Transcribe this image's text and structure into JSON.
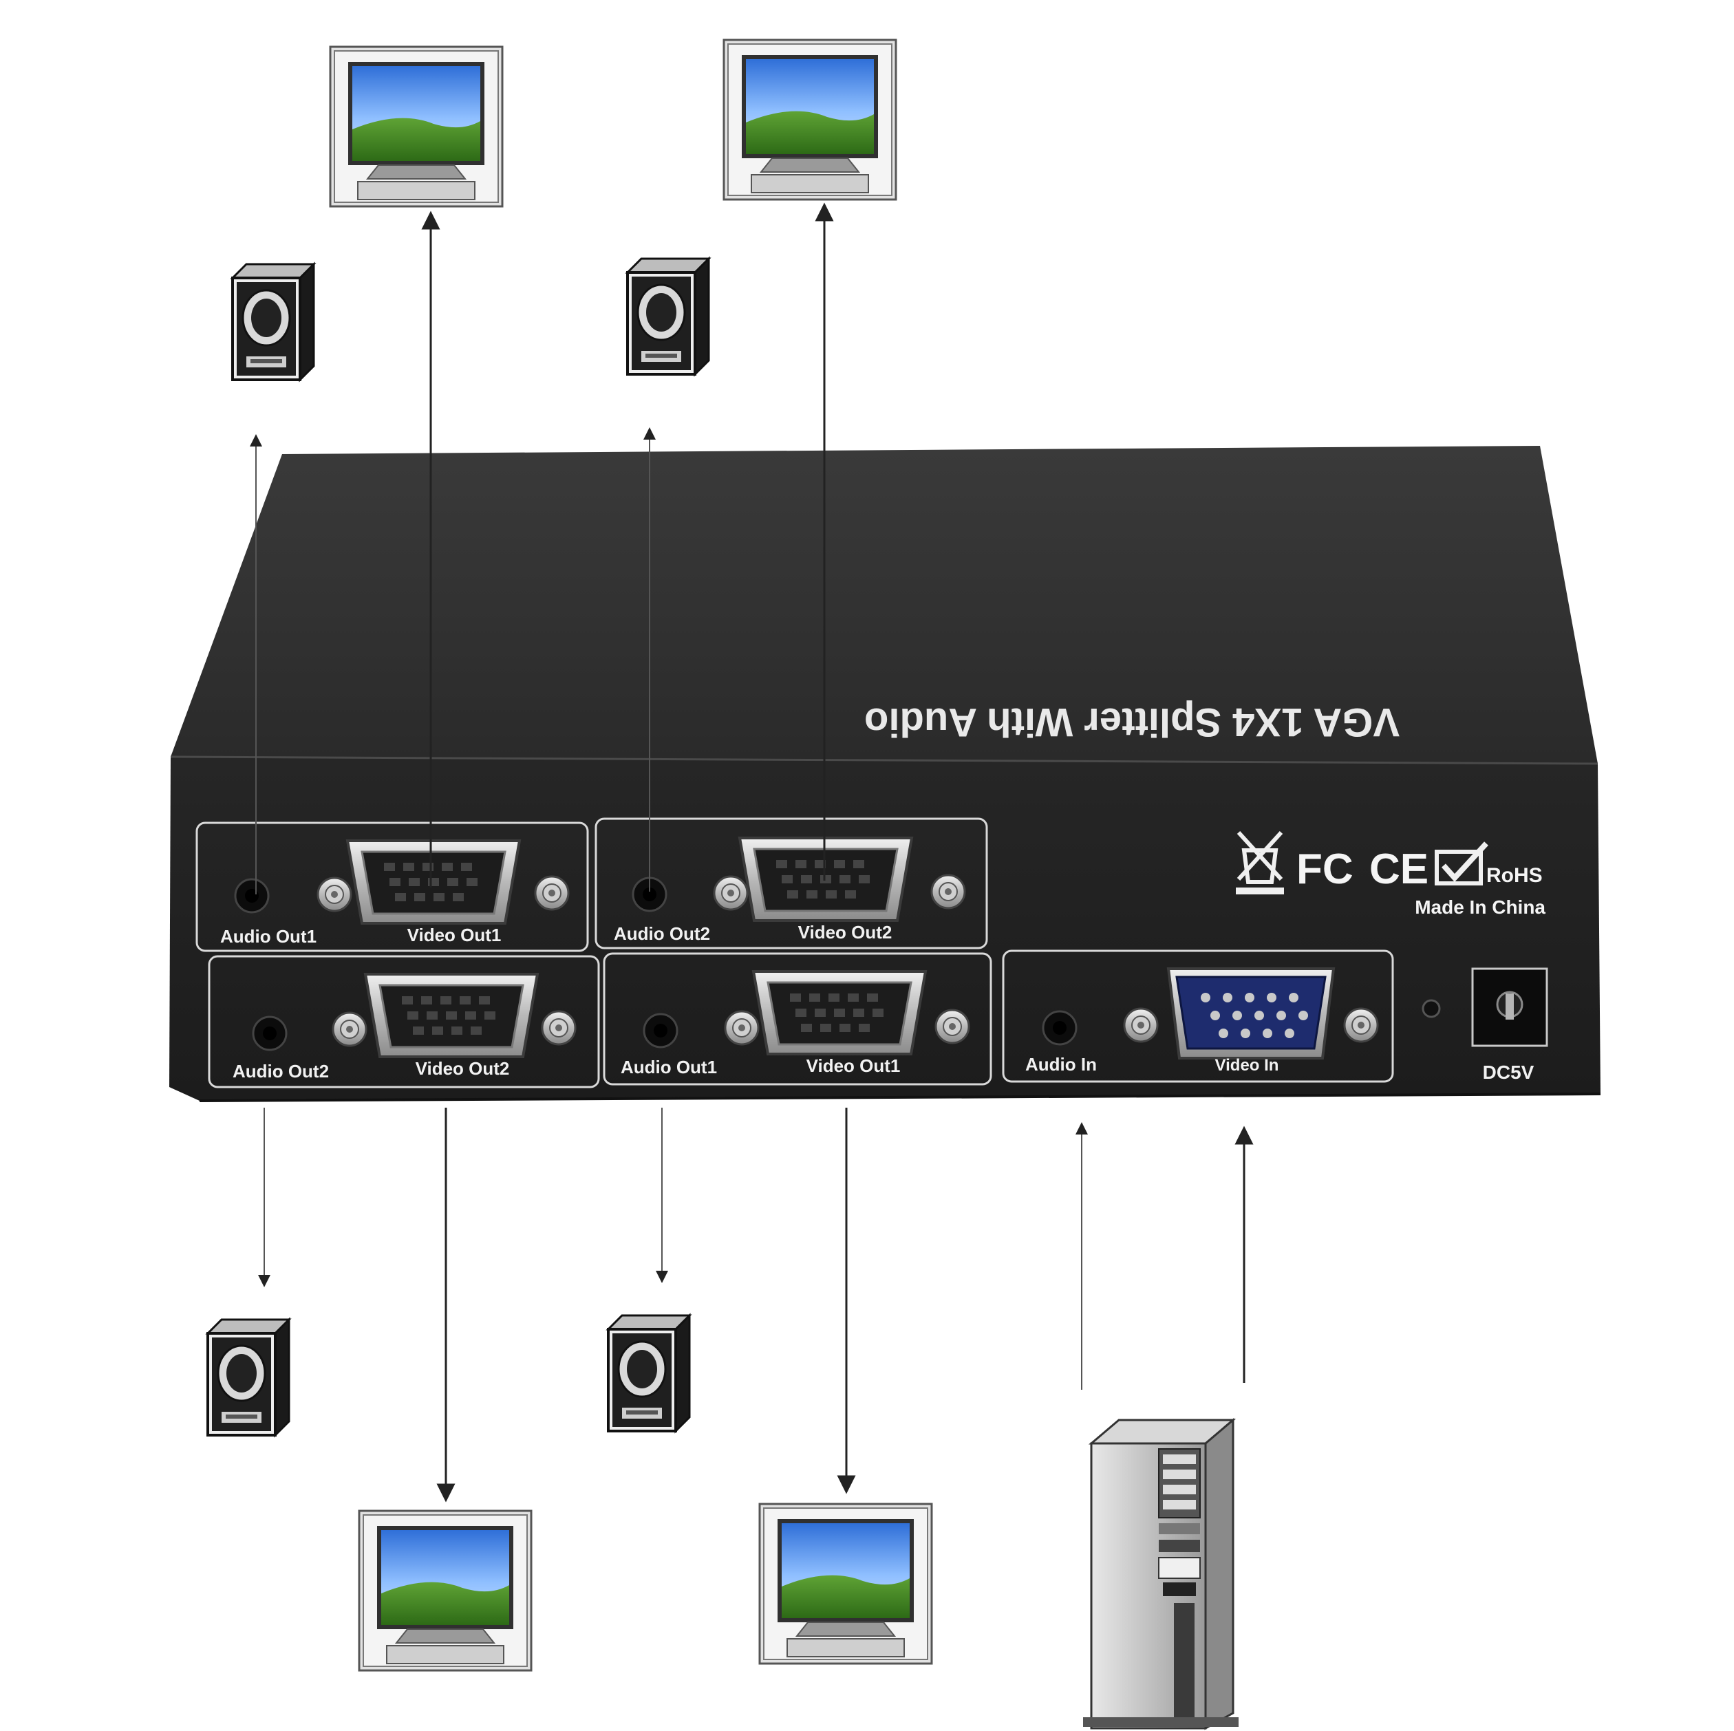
{
  "device": {
    "title": "VGA 1X4 Splitter With Audio",
    "made_in": "Made In China",
    "certifications": [
      "FC",
      "CE",
      "RoHS"
    ],
    "ports": {
      "top_left_audio": "Audio Out1",
      "top_left_video": "Video Out1",
      "top_mid_audio": "Audio Out2",
      "top_mid_video": "Video Out2",
      "bottom_left_audio": "Audio Out2",
      "bottom_left_video": "Video Out2",
      "bottom_mid_audio": "Audio Out1",
      "bottom_mid_video": "Video Out1",
      "input_audio": "Audio In",
      "input_video": "Video In",
      "power": "DC5V"
    }
  },
  "icons": {
    "monitor": "monitor-icon",
    "speaker": "speaker-icon",
    "computer": "computer-tower-icon",
    "arrow": "arrow-icon"
  },
  "colors": {
    "device_body": "#2b2b2b",
    "device_top": "#343434",
    "panel_line": "#d9d9d9",
    "arrow": "#222222",
    "screen_sky": "#3f7fe0",
    "screen_grass": "#4f8f2a"
  }
}
